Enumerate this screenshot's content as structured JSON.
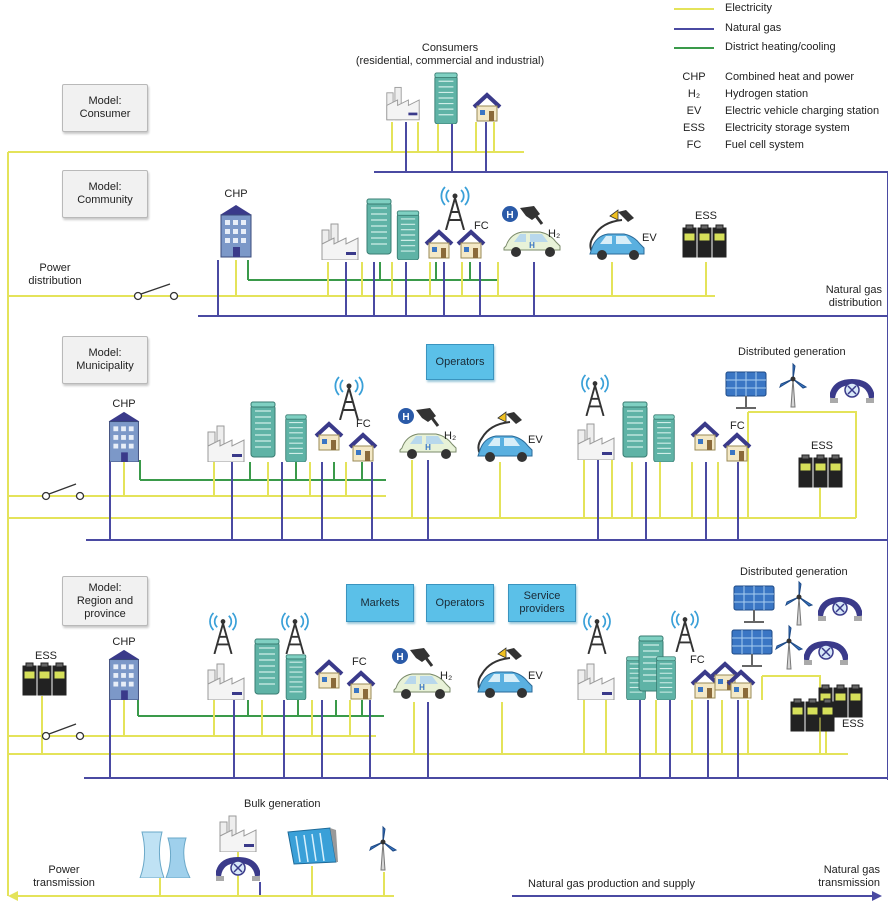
{
  "legend": {
    "lines": [
      {
        "label": "Electricity",
        "color": "#e4e35a"
      },
      {
        "label": "Natural gas",
        "color": "#4a4aa2"
      },
      {
        "label": "District heating/cooling",
        "color": "#3a9a4a"
      }
    ],
    "abbreviations": [
      {
        "abbr": "CHP",
        "text": "Combined heat and power"
      },
      {
        "abbr": "H₂",
        "text": "Hydrogen station"
      },
      {
        "abbr": "EV",
        "text": "Electric vehicle charging station"
      },
      {
        "abbr": "ESS",
        "text": "Electricity storage system"
      },
      {
        "abbr": "FC",
        "text": "Fuel cell system"
      }
    ]
  },
  "models": {
    "consumer": [
      "Model:",
      "Consumer"
    ],
    "community": [
      "Model:",
      "Community"
    ],
    "municipality": [
      "Model:",
      "Municipality"
    ],
    "region": [
      "Model:",
      "Region and",
      "province"
    ]
  },
  "consumers_title": [
    "Consumers",
    "(residential, commercial and industrial)"
  ],
  "actors": {
    "operators_municipality": "Operators",
    "markets": "Markets",
    "operators_region": "Operators",
    "service_providers": [
      "Service",
      "providers"
    ]
  },
  "labels": {
    "chp": "CHP",
    "fc": "FC",
    "h2": "H₂",
    "ev": "EV",
    "ess": "ESS",
    "power_distribution": [
      "Power",
      "distribution"
    ],
    "natural_gas_distribution": [
      "Natural gas",
      "distribution"
    ],
    "distributed_generation": "Distributed generation",
    "bulk_generation": "Bulk generation",
    "power_transmission": [
      "Power",
      "transmission"
    ],
    "natural_gas_transmission": [
      "Natural gas",
      "transmission"
    ],
    "gas_production": "Natural gas production and supply"
  },
  "colors": {
    "electricity": "#e4e35a",
    "gas": "#4a4aa2",
    "heat": "#3a9a4a",
    "building": "#5fb3a6",
    "roof": "#3a3a8a",
    "solar": "#3a76c4"
  },
  "icons": [
    "factory-icon",
    "tower-icon",
    "house-icon",
    "chp-building-icon",
    "antenna-icon",
    "hydrogen-car-icon",
    "ev-car-icon",
    "battery-icon",
    "solar-panel-icon",
    "wind-turbine-icon",
    "gas-turbine-icon",
    "cooling-tower-icon",
    "dam-icon"
  ]
}
